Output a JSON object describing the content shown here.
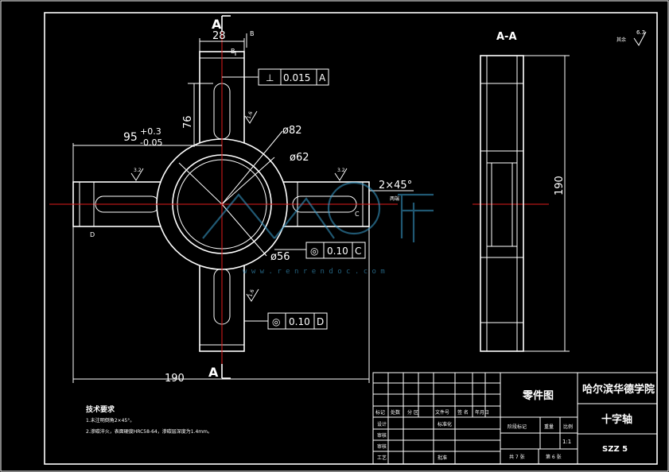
{
  "drawing": {
    "section_label": "A-A",
    "cut_label_top": "A",
    "cut_label_bottom": "A",
    "roughness_corner": "6.3",
    "roughness_corner_note": "其余",
    "roughness_values": [
      "3.2",
      "1.6",
      "3.2",
      "1.6"
    ],
    "dims": {
      "width_28": "28",
      "height_76": "76",
      "dim_95": "95",
      "tol_upper": "+0.3",
      "tol_lower": "-0.05",
      "dia_82": "ø82",
      "dia_62": "ø62",
      "dia_56": "ø56",
      "chamfer": "2×45°",
      "chamfer_note": "两端",
      "total_190": "190",
      "section_190": "190"
    },
    "tolerance_frames": [
      {
        "symbol": "⊥",
        "value": "0.015",
        "datum": "A"
      },
      {
        "symbol": "◎",
        "value": "0.10",
        "datum": "C"
      },
      {
        "symbol": "◎",
        "value": "0.10",
        "datum": "D"
      }
    ],
    "datum_markers": [
      "B",
      "B",
      "C",
      "D"
    ]
  },
  "tech_req": {
    "title": "技术要求",
    "items": [
      "1.未注明倒角2×45°。",
      "2.渗碳淬火，表面硬度HRC58-64，渗碳层深度为1.4mm。"
    ]
  },
  "title_block": {
    "part_type": "零件图",
    "school": "哈尔滨华德学院",
    "part_name": "十字轴",
    "drawing_no": "SZZ  5",
    "scale": "1:1",
    "sheets_total": "共 7 张",
    "sheet_no": "第 6 张",
    "header_cells": [
      "标记",
      "处数",
      "分 区",
      "文件号",
      "签 名",
      "年月日"
    ],
    "row_labels": [
      "设计",
      "审核",
      "审核",
      "工艺"
    ],
    "mid_labels": [
      "标准化",
      "批准"
    ],
    "stage_label": "阶段标记",
    "weight_label": "重量",
    "scale_label": "比例"
  },
  "watermark": {
    "text": "人人文库",
    "url": "w w w . r e n r e n d o c . c o m"
  },
  "colors": {
    "background": "#000000",
    "lines": "#ffffff",
    "centerline": "#e21b1b",
    "watermark": "#3aa0d0"
  }
}
